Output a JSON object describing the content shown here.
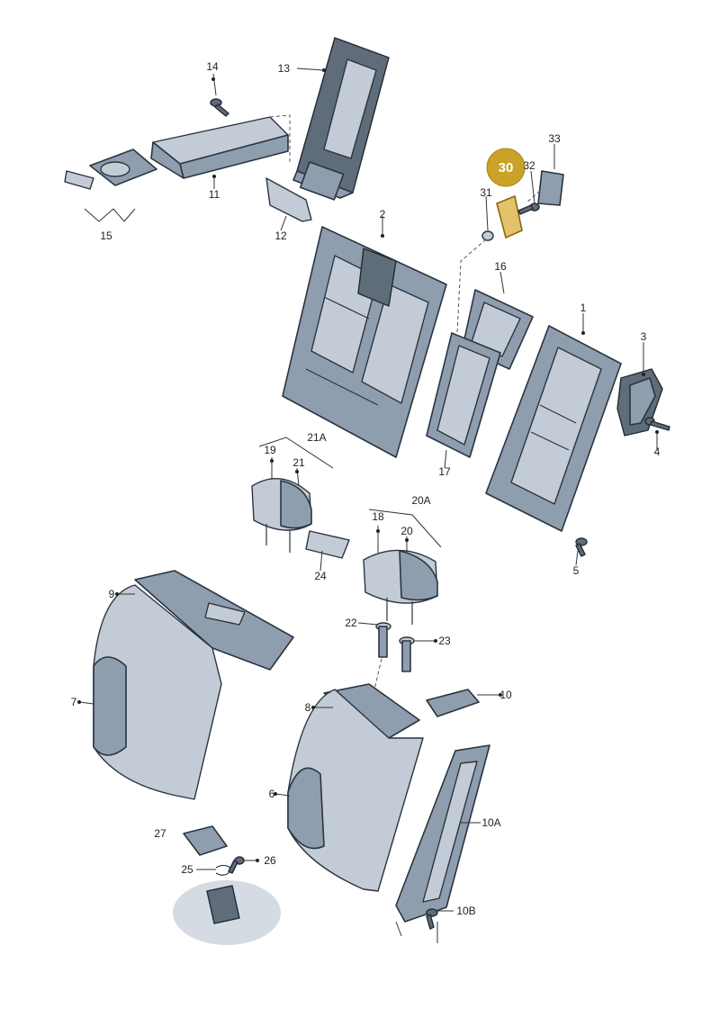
{
  "highlight": {
    "label": "30",
    "color": "#c9a227"
  },
  "labels": {
    "p1": "1",
    "p2": "2",
    "p3": "3",
    "p4": "4",
    "p5": "5",
    "p6": "6",
    "p7": "7",
    "p8": "8",
    "p9": "9",
    "p10": "10",
    "p10A": "10A",
    "p10B": "10B",
    "p11": "11",
    "p12": "12",
    "p13": "13",
    "p14": "14",
    "p15": "15",
    "p16": "16",
    "p17": "17",
    "p18": "18",
    "p19": "19",
    "p20": "20",
    "p20A": "20A",
    "p21": "21",
    "p21A": "21A",
    "p22": "22",
    "p23": "23",
    "p24": "24",
    "p25": "25",
    "p26": "26",
    "p27": "27",
    "p31": "31",
    "p32": "32",
    "p33": "33"
  },
  "colors": {
    "part": "#8f9eae",
    "part_light": "#c3ccd6",
    "part_dark": "#5f6c7a",
    "outline": "#2b3440"
  }
}
